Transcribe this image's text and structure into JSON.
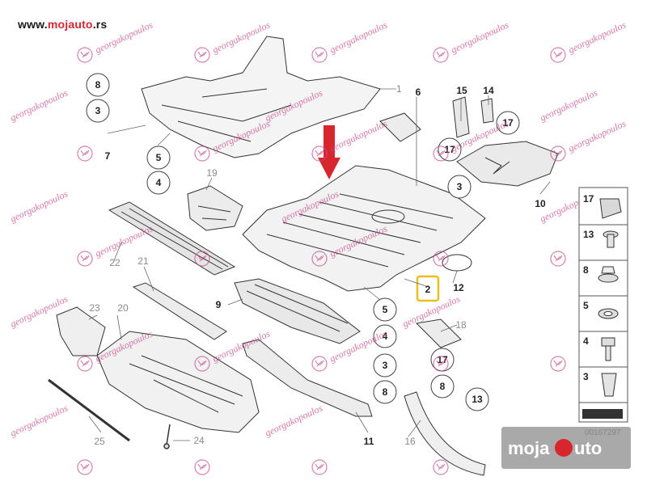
{
  "header": {
    "site_prefix": "www.",
    "site_mid": "mojauto",
    "site_suffix": ".rs"
  },
  "watermark": {
    "text": "georgakopoulos"
  },
  "callouts": {
    "c1": "1",
    "c2": "2",
    "c3a": "3",
    "c3b": "3",
    "c3c": "3",
    "c4a": "4",
    "c4b": "4",
    "c5a": "5",
    "c5b": "5",
    "c6": "6",
    "c7": "7",
    "c8a": "8",
    "c8b": "8",
    "c9": "9",
    "c10": "10",
    "c11": "11",
    "c12": "12",
    "c13": "13",
    "c14": "14",
    "c15": "15",
    "c16": "16",
    "c17a": "17",
    "c17b": "17",
    "c17c": "17",
    "c18": "18",
    "c19": "19",
    "c20": "20",
    "c21": "21",
    "c22": "22",
    "c23": "23",
    "c24": "24",
    "c25": "25"
  },
  "legend": {
    "items": [
      "17",
      "13",
      "8",
      "5",
      "4",
      "3"
    ]
  },
  "diagram_code": "00167297",
  "brand_logo": {
    "part1": "moja",
    "part2": "uto"
  },
  "colors": {
    "highlight": "#e8c020",
    "arrow": "#d8262e",
    "brand_red": "#d8262e"
  }
}
